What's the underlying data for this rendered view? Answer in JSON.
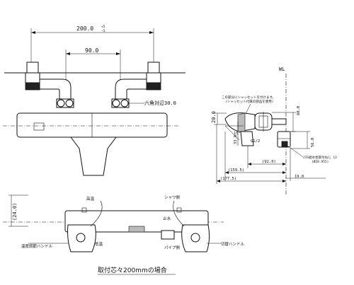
{
  "front": {
    "dim_total": "200.0",
    "dim_total_tol_plus": "+5",
    "dim_total_tol_minus": "-5",
    "dim_center": "90.0",
    "hex_label": "六角対辺30.0"
  },
  "side": {
    "wl": "WL",
    "note1": "この部分にシャッセットを付けます。",
    "note2": "(シャッセット付属の部品を使用)",
    "dim_20": "20.0",
    "dim_60": "60.0",
    "dim_15": "15°",
    "dim_33": "33.0",
    "dim_g12": "G1/2",
    "dim_56": "56.0",
    "dim_92": "(92.0)",
    "dim_159": "(159.5)",
    "dim_177": "(177.5)",
    "dim_19": "19.0",
    "jis1": "JIS給水栓取付ねじ 13",
    "jis2": "(Ø20.955)"
  },
  "bottom": {
    "dim_24": "(24.0)",
    "l_hot": "高温",
    "l_shower": "シャワ側",
    "l_stop": "止水",
    "l_temp_handle": "温度調節ハンドル",
    "l_hot2": "低温",
    "l_pipe": "パイプ側",
    "l_switch_handle": "切替ハンドル"
  },
  "caption": "取付芯々200mmの場合"
}
